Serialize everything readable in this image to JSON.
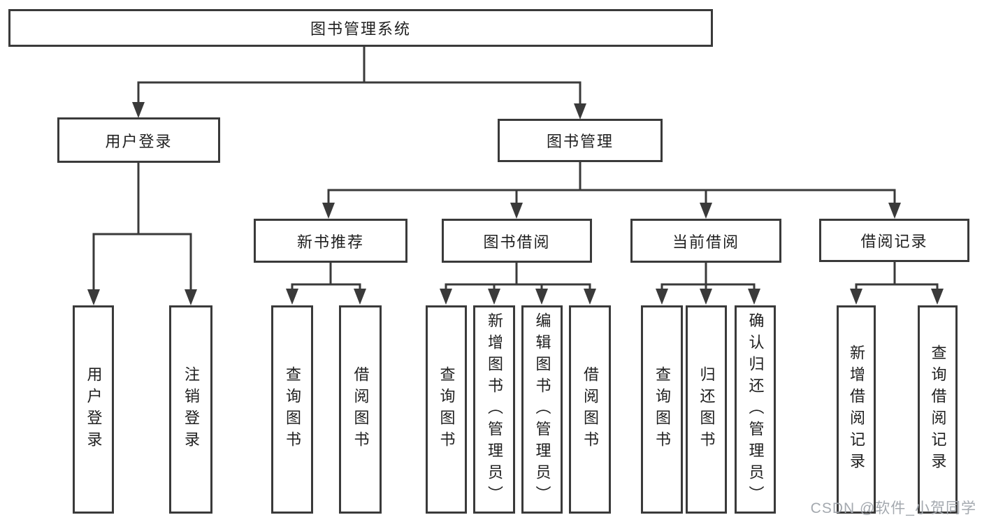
{
  "tree": {
    "root": {
      "label": "图书管理系统"
    },
    "branches": [
      {
        "label": "用户登录",
        "children": [
          {
            "label": "用户登录"
          },
          {
            "label": "注销登录"
          }
        ]
      },
      {
        "label": "图书管理",
        "children": [
          {
            "label": "新书推荐",
            "children": [
              {
                "label": "查询图书"
              },
              {
                "label": "借阅图书"
              }
            ]
          },
          {
            "label": "图书借阅",
            "children": [
              {
                "label": "查询图书"
              },
              {
                "label": "新增图书（管理员）"
              },
              {
                "label": "编辑图书（管理员）"
              },
              {
                "label": "借阅图书"
              }
            ]
          },
          {
            "label": "当前借阅",
            "children": [
              {
                "label": "查询图书"
              },
              {
                "label": "归还图书"
              },
              {
                "label": "确认归还（管理员）"
              }
            ]
          },
          {
            "label": "借阅记录",
            "children": [
              {
                "label": "新增借阅记录"
              },
              {
                "label": "查询借阅记录"
              }
            ]
          }
        ]
      }
    ]
  },
  "watermark": "CSDN @软件_小贺同学",
  "colors": {
    "line": "#3a3a3a",
    "text": "#1f1f1f",
    "watermark": "#a4a9af",
    "background": "#ffffff"
  }
}
